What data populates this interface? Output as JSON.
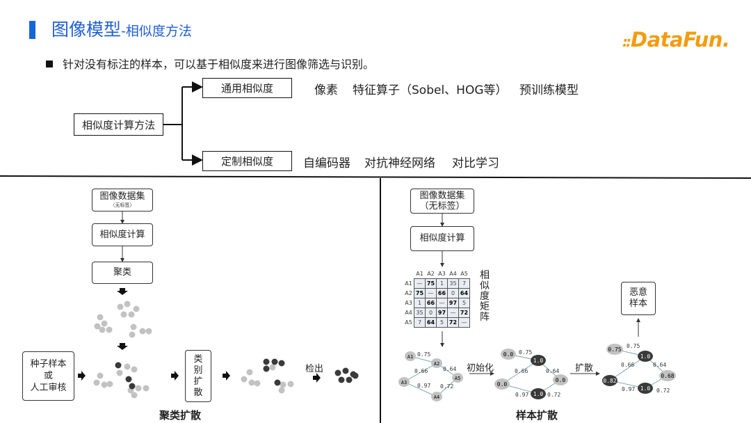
{
  "header": {
    "title_main": "图像模型",
    "title_sub": "-相似度方法",
    "logo_dots": "::",
    "logo_text": "DataFun."
  },
  "bullet": "针对没有标注的样本，可以基于相似度来进行图像筛选与识别。",
  "tree": {
    "root": "相似度计算方法",
    "general": "通用相似度",
    "general_items": [
      "像素",
      "特征算子（Sobel、HOG等）",
      "预训练模型"
    ],
    "custom": "定制相似度",
    "custom_items": [
      "自编码器",
      "对抗神经网络",
      "对比学习"
    ]
  },
  "left_flow": {
    "dataset": "图像数据集",
    "dataset_note": "（无标签）",
    "similarity": "相似度计算",
    "cluster": "聚类",
    "seed": [
      "种子样本",
      "或",
      "人工审核"
    ],
    "category_spread": [
      "类",
      "别",
      "扩",
      "散"
    ],
    "detect": "检出",
    "caption": "聚类扩散"
  },
  "right_flow": {
    "dataset": "图像数据集",
    "dataset_note": "（无标签）",
    "similarity": "相似度计算",
    "matrix_label": [
      "相",
      "似",
      "度",
      "矩",
      "阵"
    ],
    "matrix": {
      "headers": [
        "A1",
        "A2",
        "A3",
        "A4",
        "A5"
      ],
      "rows": [
        [
          "—",
          "75",
          "1",
          "35",
          "7"
        ],
        [
          "75",
          "—",
          "66",
          "0",
          "64"
        ],
        [
          "1",
          "66",
          "—",
          "97",
          "5"
        ],
        [
          "35",
          "0",
          "97",
          "—",
          "72"
        ],
        [
          "7",
          "64",
          "5",
          "72",
          "—"
        ]
      ]
    },
    "init_label": "初始化",
    "spread_label": "扩散",
    "malicious": [
      "恶意",
      "样本"
    ],
    "caption": "样本扩散",
    "graph1": {
      "nodes": [
        "A1",
        "A2",
        "A3",
        "A4",
        "A5"
      ],
      "edges": [
        "0.75",
        "0.66",
        "0.64",
        "0.97",
        "0.72"
      ]
    },
    "graph2": {
      "nodes": [
        "0.0",
        "1.0",
        "0.0",
        "1.0",
        "0.0"
      ],
      "edges": [
        "0.75",
        "0.66",
        "0.64",
        "0.97",
        "0.72"
      ]
    },
    "graph3": {
      "nodes": [
        "0.75",
        "1.0",
        "0.82",
        "1.0",
        "0.68"
      ],
      "edges": [
        "0.75",
        "0.66",
        "0.64",
        "0.97",
        "0.72"
      ]
    }
  },
  "colors": {
    "accent": "#1f5fd6",
    "logo": "#f39c11",
    "dark_node": "#3a3a3a",
    "light_node": "#bdbdbd",
    "edge": "#6f9fb0"
  }
}
